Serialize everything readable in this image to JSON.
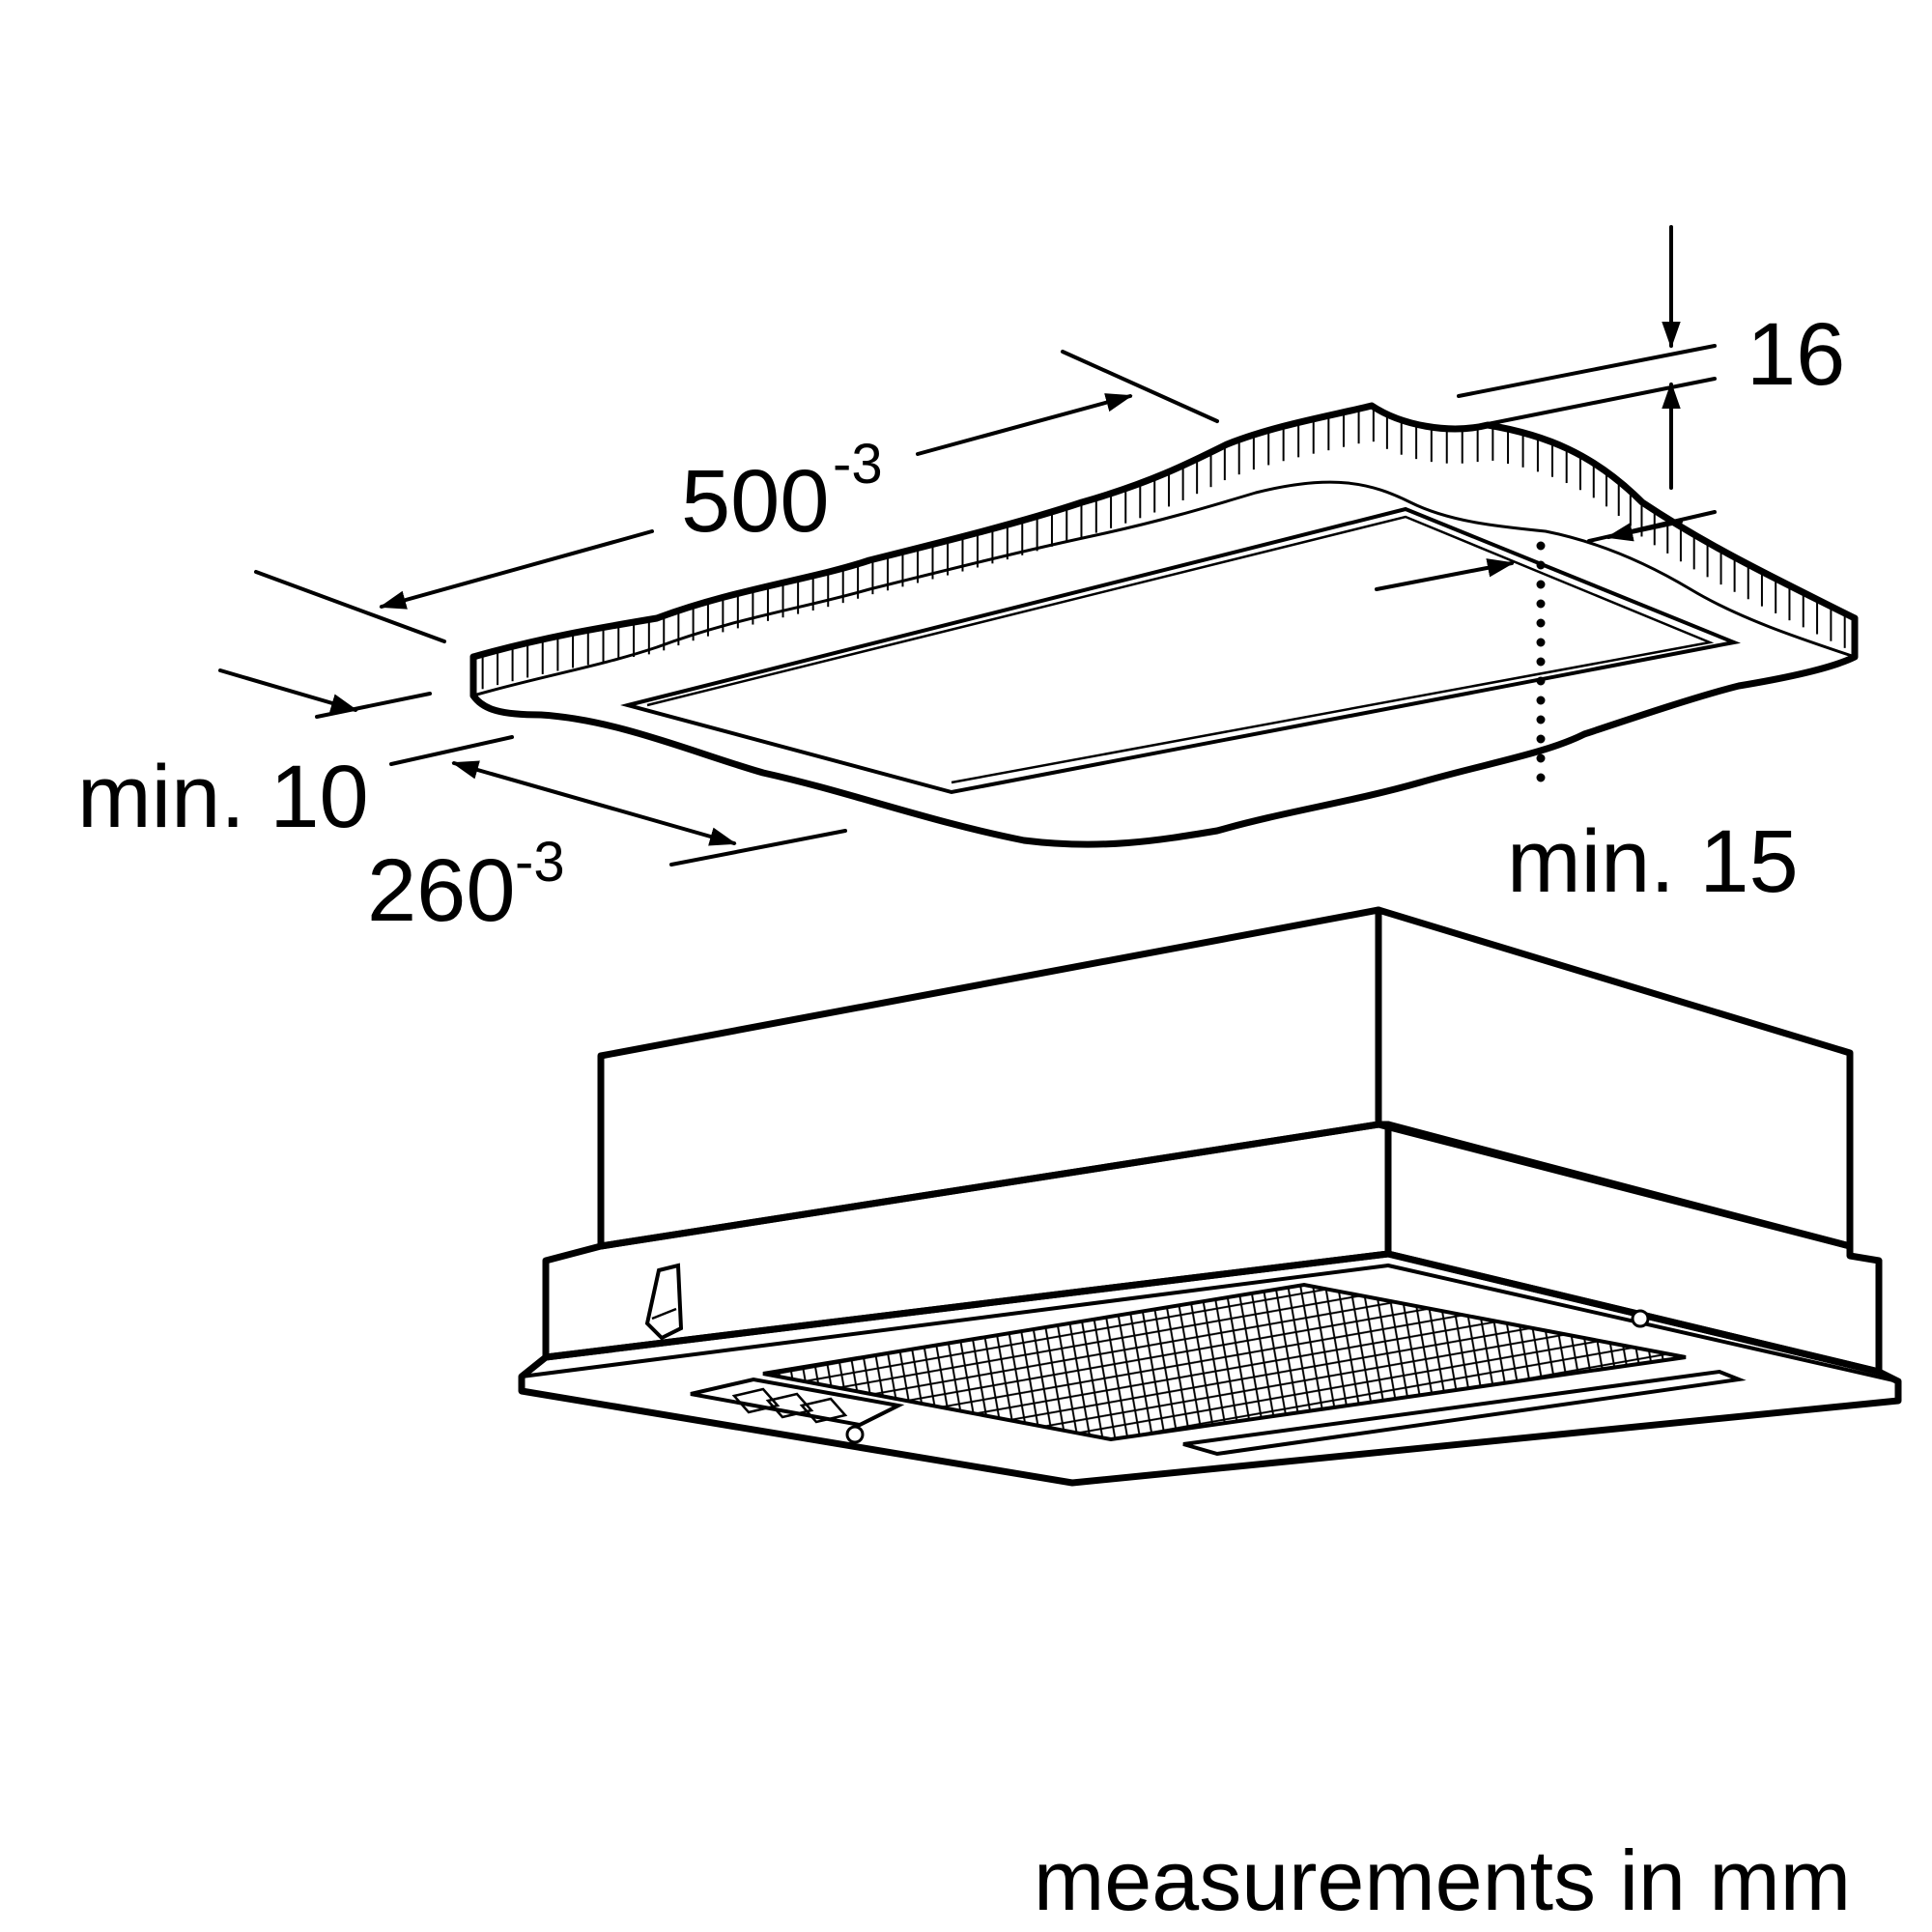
{
  "dimensions": {
    "width": {
      "value": "500",
      "tolerance": "-3"
    },
    "depth": {
      "value": "260",
      "tolerance": "-3"
    },
    "board_thickness": {
      "value": "16"
    },
    "front_clearance": {
      "value": "min. 10"
    },
    "rear_clearance": {
      "value": "min. 15"
    }
  },
  "footnote": "measurements in mm",
  "colors": {
    "line": "#000000",
    "background": "#ffffff"
  }
}
